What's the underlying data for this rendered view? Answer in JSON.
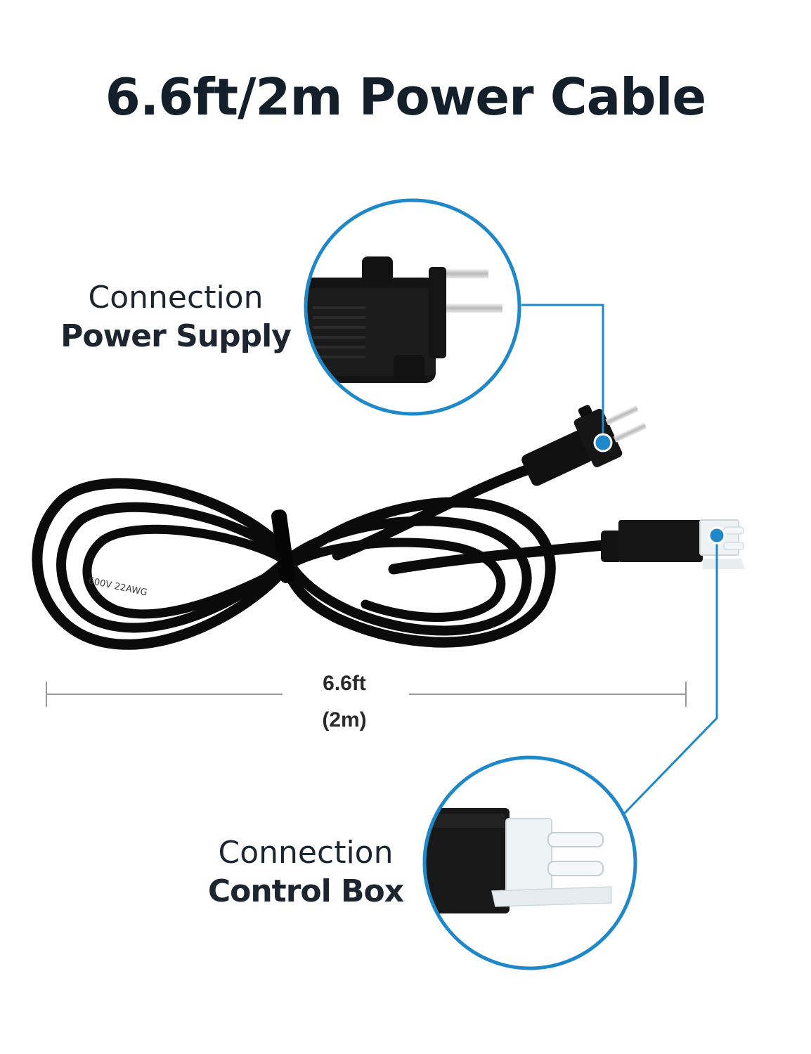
{
  "title": "6.6ft/2m Power Cable",
  "power_label": {
    "line1": "Connection",
    "line2": "Power Supply"
  },
  "control_label": {
    "line1": "Connection",
    "line2": "Control Box"
  },
  "dimension": {
    "length_ft": "6.6ft",
    "length_m": "(2m)"
  },
  "cable_print": "600V 22AWG",
  "colors": {
    "accent": "#1e88c9",
    "title": "#13202b",
    "cable": "#0b0b0b",
    "connector_white": "#eef2f4"
  }
}
